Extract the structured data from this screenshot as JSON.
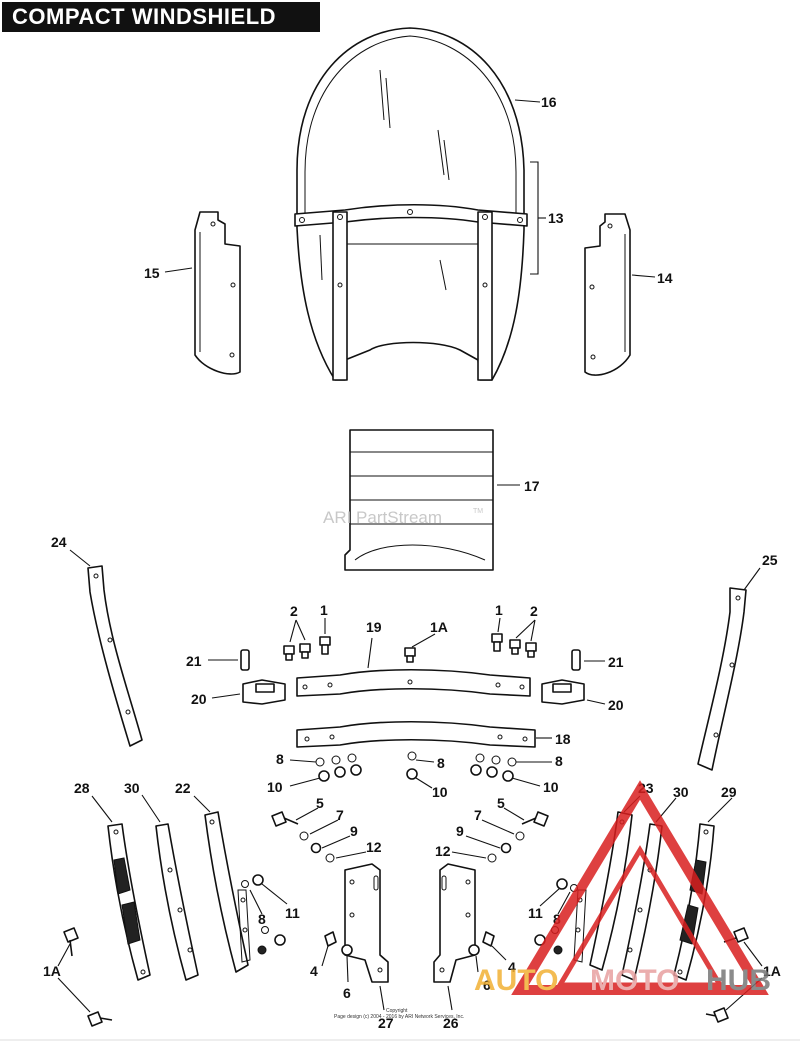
{
  "title": "COMPACT WINDSHIELD",
  "watermark": "ARI PartStream",
  "watermark_tm": "TM",
  "copyright_line1": "Copyright",
  "copyright_line2": "Page design (c) 2004 - 2016 by ARI Network Services, Inc.",
  "logo": {
    "part1": "AUTO",
    "part2": "MOTO",
    "part3": "HUB",
    "colors": {
      "auto": "#f2b134",
      "moto": "#e8a0a0",
      "hub": "#777777",
      "triangle": "#d91f1f"
    }
  },
  "labels": {
    "l16": "16",
    "l13": "13",
    "l15": "15",
    "l14": "14",
    "l17": "17",
    "l24": "24",
    "l25": "25",
    "l19": "19",
    "l1A_top": "1A",
    "l2_left": "2",
    "l1_left": "1",
    "l1_right": "1",
    "l2_right": "2",
    "l21_left": "21",
    "l21_right": "21",
    "l20_left": "20",
    "l20_right": "20",
    "l18": "18",
    "l8_a": "8",
    "l8_b": "8",
    "l8_c": "8",
    "l10_a": "10",
    "l10_b": "10",
    "l10_c": "10",
    "l5_left": "5",
    "l5_right": "5",
    "l7_left": "7",
    "l7_right": "7",
    "l9_left": "9",
    "l9_right": "9",
    "l12_left": "12",
    "l12_right": "12",
    "l28": "28",
    "l30_left": "30",
    "l22": "22",
    "l23": "23",
    "l30_right": "30",
    "l29": "29",
    "l8_left2": "8",
    "l11_left": "11",
    "l11_right": "11",
    "l8_right2": "8",
    "l4_left": "4",
    "l4_right": "4",
    "l6_left": "6",
    "l6_right": "6",
    "l27": "27",
    "l26": "26",
    "l1A_left": "1A",
    "l1A_right": "1A"
  }
}
